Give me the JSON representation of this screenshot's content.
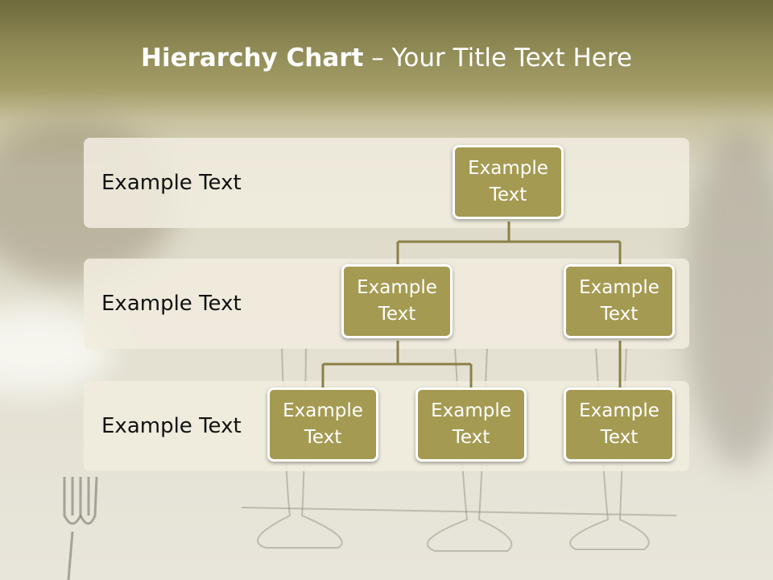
{
  "title": {
    "bold": "Hierarchy Chart",
    "dash": " – ",
    "rest": "Your Title Text Here"
  },
  "rows": [
    {
      "label": "Example Text"
    },
    {
      "label": "Example Text"
    },
    {
      "label": "Example Text"
    }
  ],
  "nodes": {
    "root": "Example Text",
    "level2_left": "Example Text",
    "level2_right": "Example Text",
    "level3_left": "Example Text",
    "level3_middle": "Example Text",
    "level3_right": "Example Text"
  },
  "colors": {
    "node_fill": "#a59a52",
    "node_border": "#ffffff",
    "connector": "#8c8048",
    "band_fill": "#f0ecde",
    "header": "#7a7444"
  }
}
